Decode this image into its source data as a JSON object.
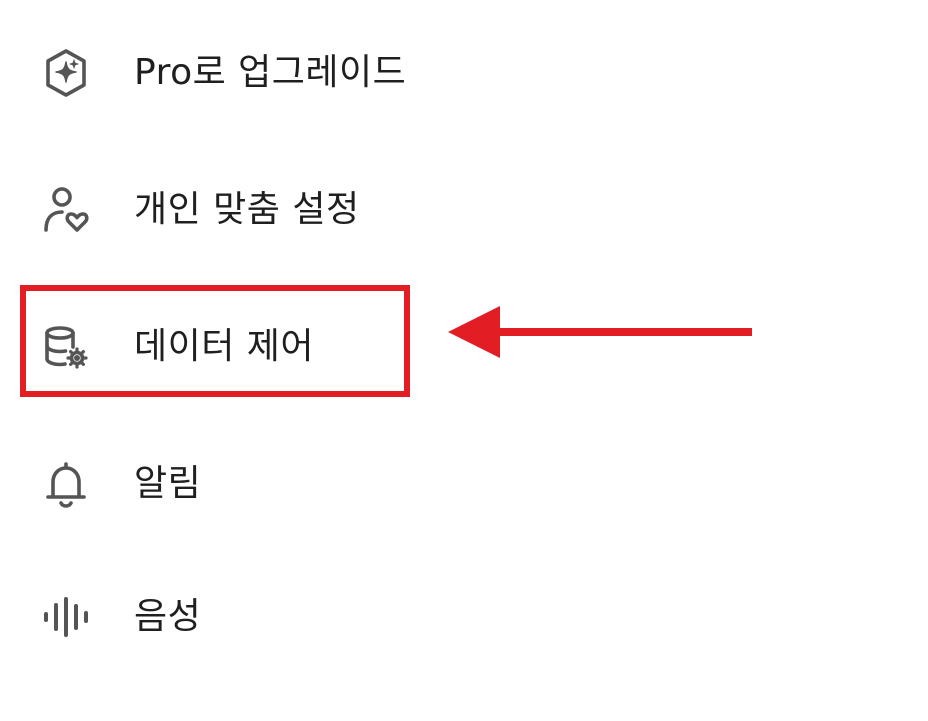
{
  "menu": {
    "items": [
      {
        "label": "Pro로 업그레이드",
        "icon": "sparkle-hexagon-icon"
      },
      {
        "label": "개인 맞춤 설정",
        "icon": "person-heart-icon"
      },
      {
        "label": "데이터 제어",
        "icon": "database-gear-icon"
      },
      {
        "label": "알림",
        "icon": "bell-icon"
      },
      {
        "label": "음성",
        "icon": "audio-waveform-icon"
      }
    ]
  },
  "annotation": {
    "highlighted_item": "데이터 제어",
    "highlight_color": "#e21e24",
    "arrow_color": "#e21e24",
    "arrow_direction": "left"
  },
  "colors": {
    "icon": "#555555",
    "text": "#1f1f1f",
    "background": "#ffffff"
  }
}
